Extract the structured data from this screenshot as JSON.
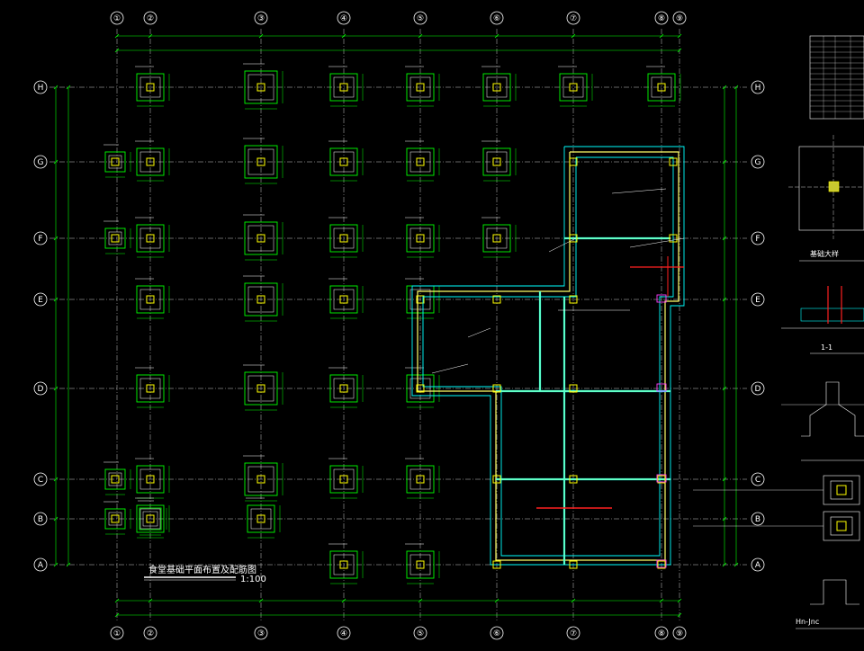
{
  "drawing": {
    "title": "食堂基础平面布置及配筋图",
    "scale": "1:100",
    "section_label": "1-1",
    "col_axes": [
      "①",
      "②",
      "③",
      "④",
      "⑤",
      "⑥",
      "⑦",
      "⑧",
      "⑨"
    ],
    "row_axes": [
      "H",
      "G",
      "F",
      "E",
      "D",
      "C",
      "B",
      "A"
    ],
    "bottom_note": "Hn-Jnc",
    "side_detail_label": "基础大样"
  },
  "colors": {
    "background": "#000000",
    "axis_line": "#ffffff",
    "dim_line": "#00ff00",
    "footing_outer": "#00ff00",
    "footing_inner": "#ffffff",
    "column": "#ffff00",
    "beam_cyan": "#00ffff",
    "beam_yellow": "#ffff66",
    "callout_red": "#ff2020",
    "magenta": "#ff40ff"
  }
}
